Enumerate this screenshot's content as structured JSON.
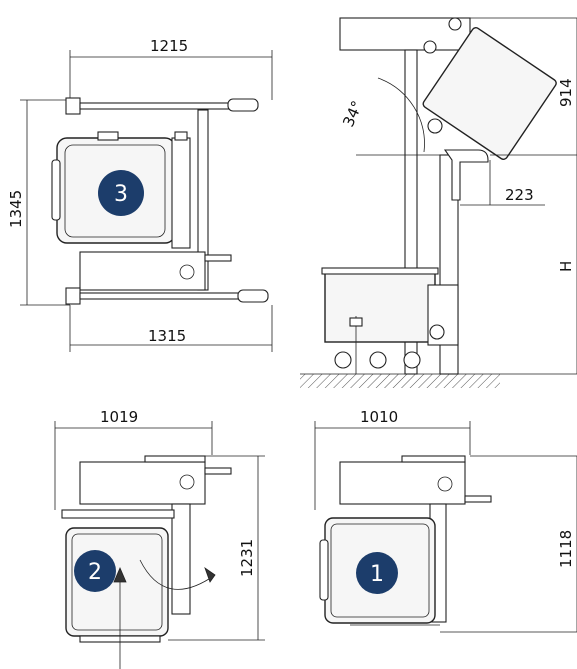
{
  "dimensions": {
    "top_left_width": "1215",
    "top_left_height": "1345",
    "top_left_bottom_width": "1315",
    "side_angle": "34°",
    "side_height_top": "914",
    "side_offset": "223",
    "side_height_h": "H",
    "bottom_left_width": "1019",
    "bottom_left_height": "1231",
    "bottom_right_width": "1010",
    "bottom_right_height": "1118"
  },
  "badges": {
    "one": "1",
    "two": "2",
    "three": "3"
  },
  "colors": {
    "badge": "#1c3d6b",
    "line": "#222222",
    "ground": "#555555"
  }
}
